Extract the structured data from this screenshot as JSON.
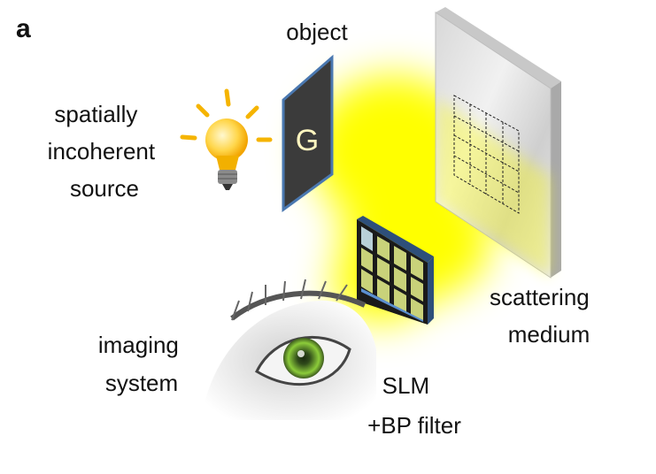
{
  "panel_label": "a",
  "labels": {
    "object": "object",
    "source": [
      "spatially",
      "incoherent",
      "source"
    ],
    "medium": [
      "scattering",
      "medium"
    ],
    "imaging": [
      "imaging",
      "system"
    ],
    "slm": [
      "SLM",
      "+BP filter"
    ]
  },
  "object_letter": "G",
  "colors": {
    "light": "#ffff00",
    "slm_frame": "#3a5f8f",
    "iris": "#7fb83a",
    "bulb_rays": "#f5b400"
  }
}
